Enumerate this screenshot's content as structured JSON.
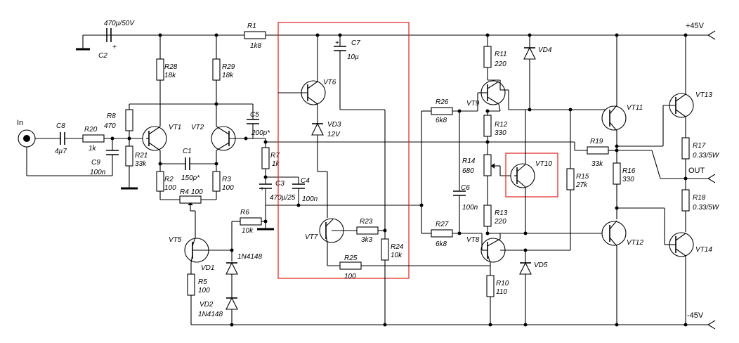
{
  "input": {
    "label": "In"
  },
  "output": {
    "label": "OUT"
  },
  "rails": {
    "pos": "+45V",
    "neg": "-45V"
  },
  "components": {
    "C2": {
      "name": "C2",
      "value": "470µ/50V"
    },
    "C8": {
      "name": "C8",
      "value": "4µ7"
    },
    "C9": {
      "name": "C9",
      "value": "100n"
    },
    "C1": {
      "name": "C1",
      "value": "150p*"
    },
    "C5": {
      "name": "C5",
      "value": "200p*"
    },
    "C3": {
      "name": "C3",
      "value": "470µ/25"
    },
    "C4": {
      "name": "C4",
      "value": "100n"
    },
    "C7": {
      "name": "C7",
      "value": "10µ"
    },
    "C6": {
      "name": "C6",
      "value": "100n"
    },
    "R1": {
      "name": "R1",
      "value": "1k8"
    },
    "R2": {
      "name": "R2",
      "value": "100"
    },
    "R3": {
      "name": "R3",
      "value": "100"
    },
    "R4": {
      "name": "R4",
      "value": "100"
    },
    "R5": {
      "name": "R5",
      "value": "100"
    },
    "R6": {
      "name": "R6",
      "value": "10k"
    },
    "R7": {
      "name": "R7",
      "value": "1k"
    },
    "R8": {
      "name": "R8",
      "value": "470"
    },
    "R10": {
      "name": "R10",
      "value": "110"
    },
    "R11": {
      "name": "R11",
      "value": "220"
    },
    "R12": {
      "name": "R12",
      "value": "330"
    },
    "R13": {
      "name": "R13",
      "value": "220"
    },
    "R14": {
      "name": "R14",
      "value": "680"
    },
    "R15": {
      "name": "R15",
      "value": "27k"
    },
    "R16": {
      "name": "R16",
      "value": "330"
    },
    "R17": {
      "name": "R17",
      "value": "0.33/5W"
    },
    "R18": {
      "name": "R18",
      "value": "0.33/5W"
    },
    "R19": {
      "name": "R19",
      "value": "33k"
    },
    "R20": {
      "name": "R20",
      "value": "1k"
    },
    "R21": {
      "name": "R21",
      "value": "33k"
    },
    "R23": {
      "name": "R23",
      "value": "3k3"
    },
    "R24": {
      "name": "R24",
      "value": "10k"
    },
    "R25": {
      "name": "R25",
      "value": "100"
    },
    "R26": {
      "name": "R26",
      "value": "6k8"
    },
    "R27": {
      "name": "R27",
      "value": "6k8"
    },
    "R28": {
      "name": "R28",
      "value": "18k"
    },
    "R29": {
      "name": "R29",
      "value": "18k"
    },
    "VD1": {
      "name": "VD1",
      "value": "1N4148"
    },
    "VD2": {
      "name": "VD2",
      "value": "1N4148"
    },
    "VD3": {
      "name": "VD3",
      "value": "12V"
    },
    "VD4": {
      "name": "VD4"
    },
    "VD5": {
      "name": "VD5"
    },
    "VT1": {
      "name": "VT1"
    },
    "VT2": {
      "name": "VT2"
    },
    "VT5": {
      "name": "VT5"
    },
    "VT6": {
      "name": "VT6"
    },
    "VT7": {
      "name": "VT7"
    },
    "VT8": {
      "name": "VT8"
    },
    "VT9": {
      "name": "VT9"
    },
    "VT10": {
      "name": "VT10"
    },
    "VT11": {
      "name": "VT11"
    },
    "VT12": {
      "name": "VT12"
    },
    "VT13": {
      "name": "VT13"
    },
    "VT14": {
      "name": "VT14"
    }
  }
}
